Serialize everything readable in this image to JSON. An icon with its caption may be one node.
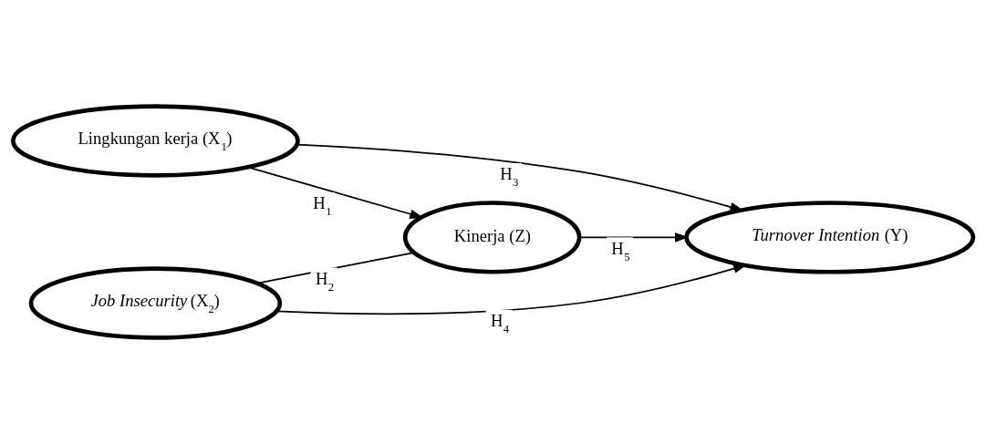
{
  "diagram": {
    "nodes": [
      {
        "text": [
          "Lingkungan kerja (X$_{1}$)"
        ]
      },
      {
        "text": [
          "Kinerja (Z)"
        ]
      },
      {
        "text": [
          "*Job Insecurity* (X$_{2}$)"
        ]
      },
      {
        "text": [
          "*Turnover Intention* (Y)"
        ]
      }
    ],
    "edges": [
      {
        "from": 0,
        "to": 1,
        "arrow": "to",
        "label": "H$_{1}$"
      },
      {
        "from": 2,
        "to": 1,
        "arrow": "none",
        "label": "H$_{2}$"
      },
      {
        "from": 0,
        "to": 3,
        "arrow": "to",
        "label": "H$_{3}$"
      },
      {
        "from": 2,
        "to": 3,
        "arrow": "to",
        "label": "H$_{4}$"
      },
      {
        "from": 1,
        "to": 3,
        "arrow": "to",
        "label": "H$_{5}$"
      }
    ]
  }
}
